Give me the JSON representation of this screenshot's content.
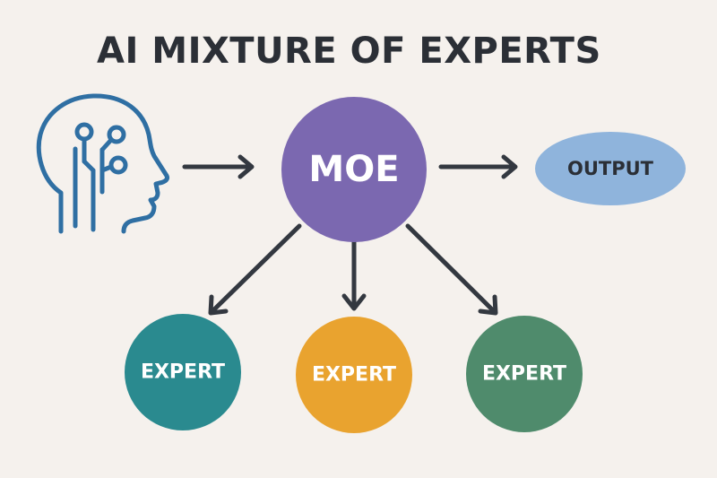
{
  "title": "AI MIXTURE OF EXPERTS",
  "nodes": {
    "input": {
      "icon": "head-circuit-icon",
      "color": "#2f6fa3"
    },
    "moe": {
      "label": "MOE",
      "color": "#7b68b0"
    },
    "output": {
      "label": "OUTPUT",
      "color": "#8fb4dc"
    },
    "experts": [
      {
        "label": "EXPERT",
        "color": "#2a8a8f"
      },
      {
        "label": "EXPERT",
        "color": "#e9a32f"
      },
      {
        "label": "EXPERT",
        "color": "#4f8b6c"
      }
    ]
  },
  "edges": [
    {
      "from": "input",
      "to": "moe"
    },
    {
      "from": "moe",
      "to": "output"
    },
    {
      "from": "moe",
      "to": "experts.0"
    },
    {
      "from": "moe",
      "to": "experts.1"
    },
    {
      "from": "moe",
      "to": "experts.2"
    }
  ],
  "colors": {
    "arrow": "#333840",
    "title": "#2b2f36",
    "background": "#f5f1ed"
  }
}
